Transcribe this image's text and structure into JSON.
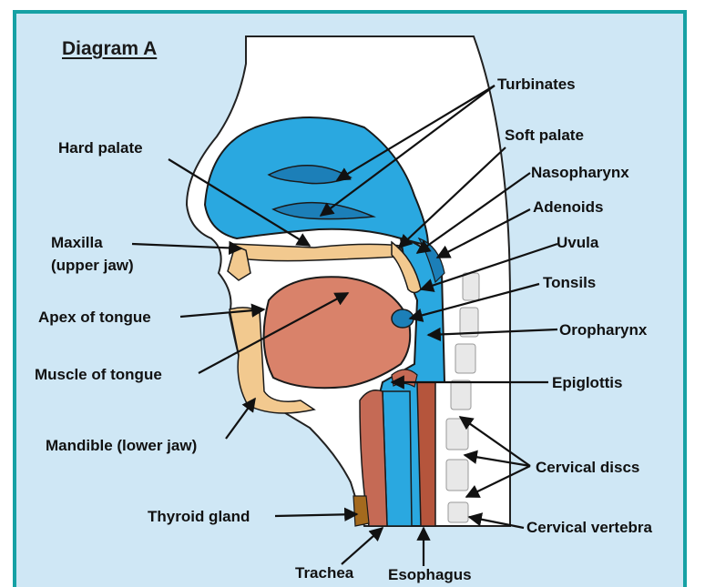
{
  "title": "Diagram A",
  "labels": {
    "turbinates": "Turbinates",
    "soft_palate": "Soft palate",
    "hard_palate": "Hard palate",
    "nasopharynx": "Nasopharynx",
    "adenoids": "Adenoids",
    "maxilla_line1": "Maxilla",
    "maxilla_line2": "(upper jaw)",
    "uvula": "Uvula",
    "tonsils": "Tonsils",
    "apex_of_tongue": "Apex of tongue",
    "oropharynx": "Oropharynx",
    "muscle_of_tongue": "Muscle of tongue",
    "epiglottis": "Epiglottis",
    "mandible": "Mandible (lower jaw)",
    "cervical_discs": "Cervical discs",
    "thyroid_gland": "Thyroid gland",
    "cervical_vertebra": "Cervical vertebra",
    "trachea": "Trachea",
    "esophagus": "Esophagus"
  },
  "colors": {
    "border": "#16a1a4",
    "background": "#cfe7f5",
    "airway_blue": "#2aa8e0",
    "tongue": "#d9826a",
    "bone_tan": "#f2c98f",
    "skin_white": "#ffffff",
    "thyroid": "#a46a1e"
  }
}
